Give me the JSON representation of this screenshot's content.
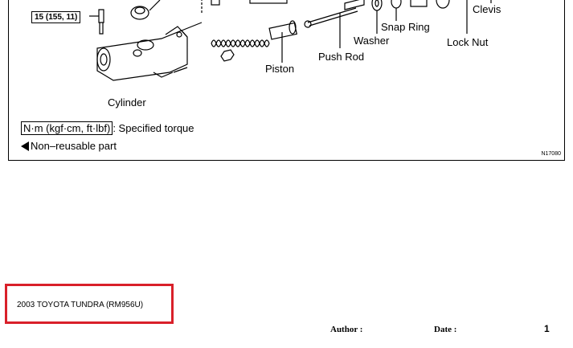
{
  "diagram": {
    "torque_spec": "15 (155, 11)",
    "labels": {
      "clevis": "Clevis",
      "snap_ring": "Snap Ring",
      "washer": "Washer",
      "lock_nut": "Lock Nut",
      "push_rod": "Push Rod",
      "piston": "Piston",
      "cylinder": "Cylinder"
    },
    "legend": {
      "torque_unit": "N·m (kgf·cm, ft·lbf)",
      "torque_desc": ": Specified torque",
      "non_reusable": "Non–reusable part"
    },
    "figure_code": "N17080"
  },
  "footer": {
    "model": "2003 TOYOTA TUNDRA   (RM956U)",
    "author_label": "Author :",
    "date_label": "Date :",
    "page": "1"
  },
  "colors": {
    "highlight": "#d9202a"
  }
}
